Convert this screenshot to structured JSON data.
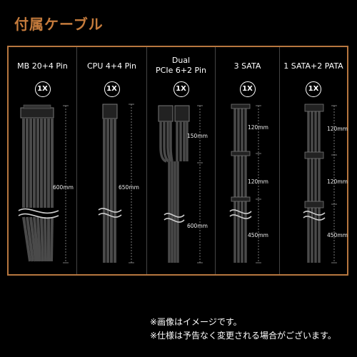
{
  "title": "付属ケーブル",
  "columns": [
    {
      "name": "MB 20+4 Pin",
      "qty": "1X",
      "lengths": [
        "600mm"
      ]
    },
    {
      "name": "CPU 4+4 Pin",
      "qty": "1X",
      "lengths": [
        "650mm"
      ]
    },
    {
      "name_line1": "Dual",
      "name_line2": "PCIe 6+2 Pin",
      "qty": "1X",
      "lengths": [
        "150mm",
        "600mm"
      ]
    },
    {
      "name": "3 SATA",
      "qty": "1X",
      "lengths": [
        "120mm",
        "120mm",
        "450mm"
      ]
    },
    {
      "name": "1 SATA+2 PATA",
      "qty": "1X",
      "lengths": [
        "120mm",
        "120mm",
        "450mm"
      ]
    }
  ],
  "notes": [
    "※画像はイメージです。",
    "※仕様は予告なく変更される場合がございます。"
  ],
  "colors": {
    "accent": "#b7773f",
    "background": "#000000",
    "cable": "#4a4a4a"
  }
}
